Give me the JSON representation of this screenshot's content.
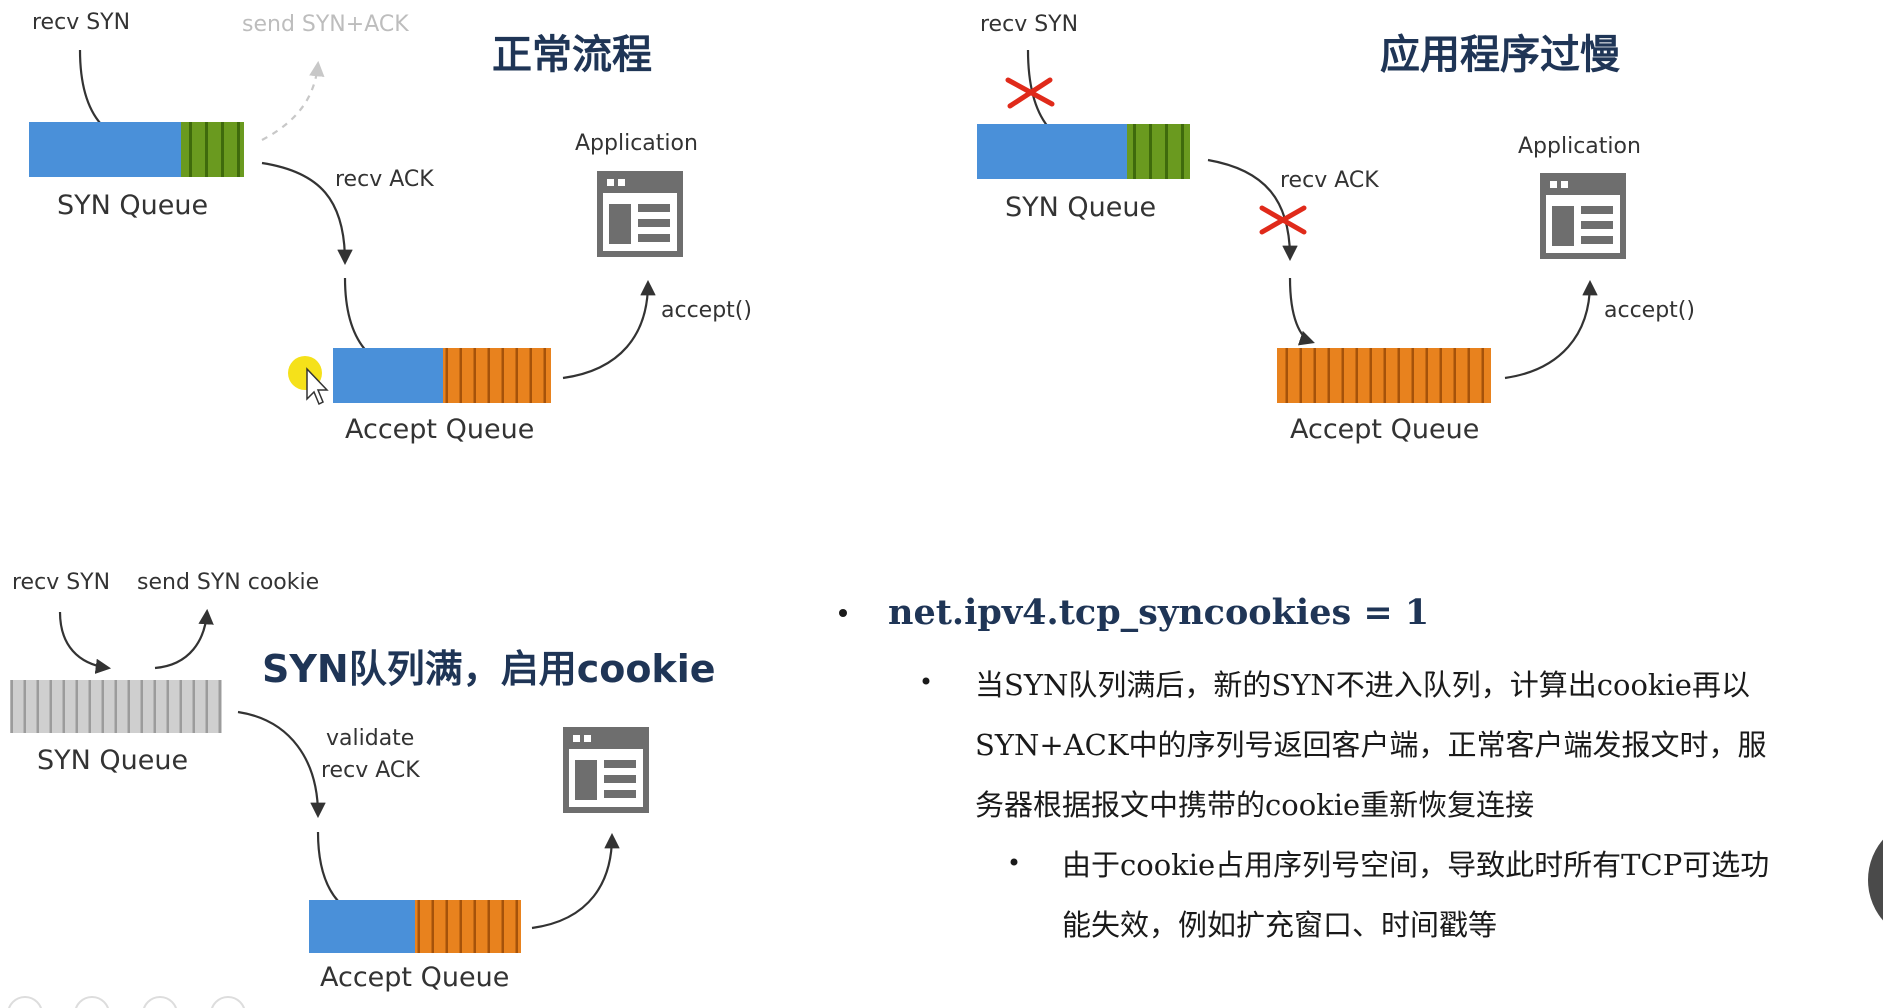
{
  "panels": {
    "normal": {
      "title": "正常流程",
      "recv_syn": "recv SYN",
      "send_synack": "send SYN+ACK",
      "recv_ack": "recv ACK",
      "syn_queue": "SYN Queue",
      "accept_queue": "Accept Queue",
      "application": "Application",
      "accept_call": "accept()"
    },
    "slow_app": {
      "title": "应用程序过慢",
      "recv_syn": "recv SYN",
      "recv_ack": "recv ACK",
      "syn_queue": "SYN Queue",
      "accept_queue": "Accept Queue",
      "application": "Application",
      "accept_call": "accept()"
    },
    "cookie": {
      "title": "SYN队列满，启用cookie",
      "recv_syn": "recv SYN",
      "send_cookie": "send SYN cookie",
      "validate": "validate",
      "recv_ack": "recv ACK",
      "syn_queue": "SYN Queue",
      "accept_queue": "Accept Queue"
    }
  },
  "notes": {
    "setting": "net.ipv4.tcp_syncookies = 1",
    "detail_line1": "当SYN队列满后，新的SYN不进入队列，计算出cookie再以",
    "detail_line2": "SYN+ACK中的序列号返回客户端，正常客户端发报文时，服",
    "detail_line3": "务器根据报文中携带的cookie重新恢复连接",
    "sub_line1": "由于cookie占用序列号空间，导致此时所有TCP可选功",
    "sub_line2": "能失效，例如扩充窗口、时间戳等"
  },
  "colors": {
    "queue_blue": "#4a90d9",
    "syn_green": "#6a9a1f",
    "accept_orange": "#e8821e",
    "full_grey": "#c4c4c4",
    "cross_red": "#e02a1a",
    "title_navy": "#1f3556",
    "cursor_yellow": "#f5e11a"
  }
}
